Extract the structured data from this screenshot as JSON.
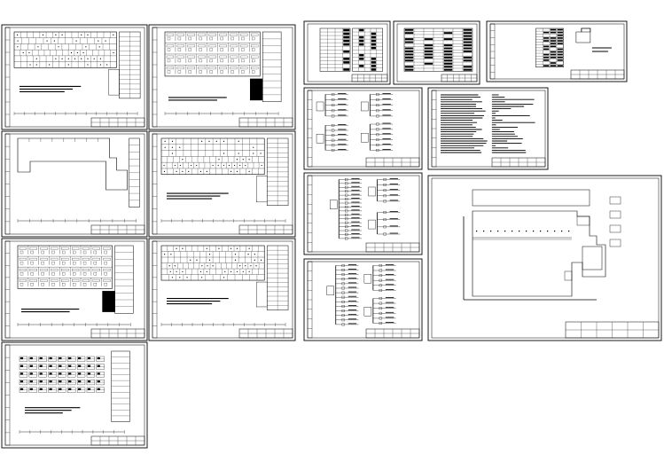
{
  "app": {
    "title": ""
  },
  "sheets": [
    {
      "id": "s1",
      "kind": "floor-plan-dense"
    },
    {
      "id": "s2",
      "kind": "floor-plan-rooms"
    },
    {
      "id": "s3",
      "kind": "floor-plan-sparse"
    },
    {
      "id": "s4",
      "kind": "floor-plan-dense"
    },
    {
      "id": "s5",
      "kind": "floor-plan-rooms"
    },
    {
      "id": "s6",
      "kind": "floor-plan-dense"
    },
    {
      "id": "s7",
      "kind": "floor-plan-grid"
    },
    {
      "id": "s8",
      "kind": "schedule-table"
    },
    {
      "id": "s9",
      "kind": "schedule-table"
    },
    {
      "id": "s10",
      "kind": "schedule-table"
    },
    {
      "id": "s11",
      "kind": "riser-diagram"
    },
    {
      "id": "s12",
      "kind": "notes-text"
    },
    {
      "id": "s13",
      "kind": "riser-diagram"
    },
    {
      "id": "s14",
      "kind": "riser-diagram"
    },
    {
      "id": "s15",
      "kind": "site-plan"
    }
  ],
  "colors": {
    "line": "#000000",
    "background": "#ffffff"
  }
}
